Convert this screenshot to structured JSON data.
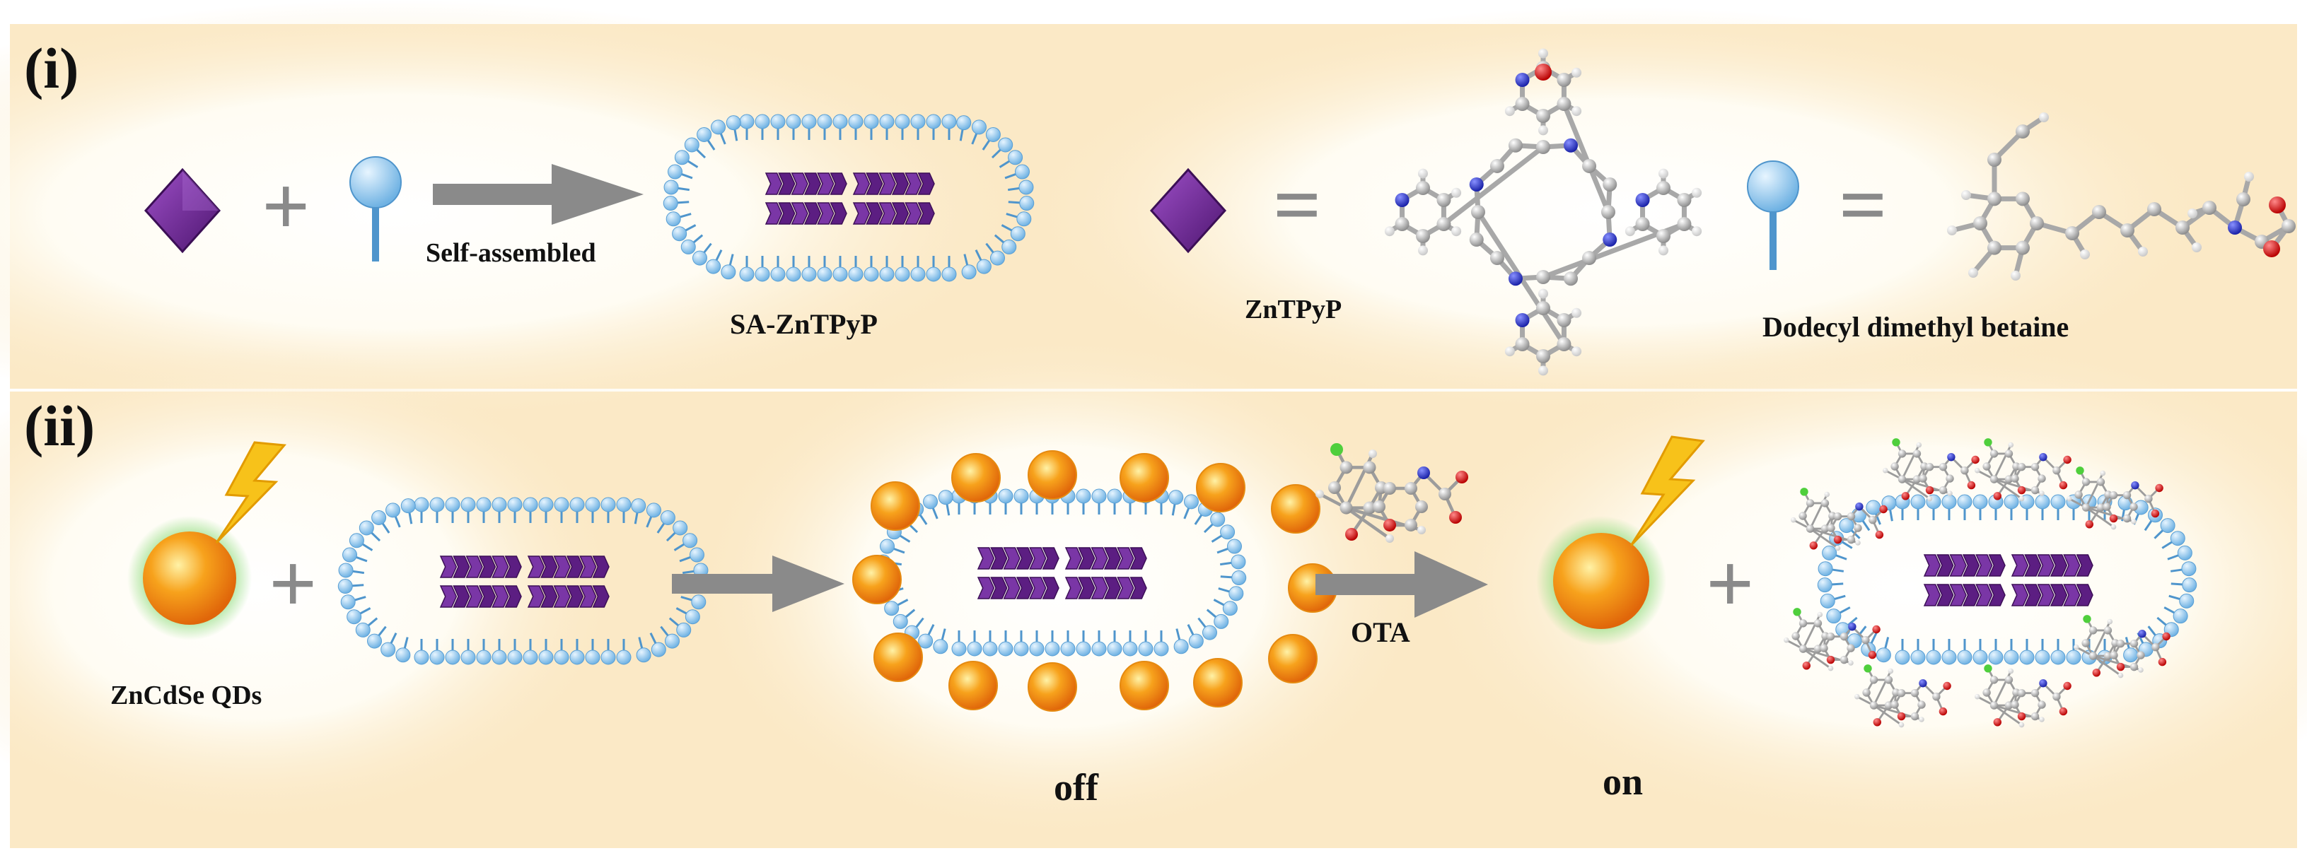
{
  "panels": {
    "top": {
      "label": "(i)"
    },
    "bottom": {
      "label": "(ii)"
    }
  },
  "labels": {
    "self_assembled": "Self-assembled",
    "sa_zntpyp": "SA-ZnTPyP",
    "zntpyp": "ZnTPyP",
    "betaine": "Dodecyl dimethyl betaine",
    "qds": "ZnCdSe QDs",
    "ota": "OTA",
    "off": "off",
    "on": "on"
  },
  "symbols": {
    "plus": "+",
    "equals": "="
  },
  "colors": {
    "panel_bg": "#fbe9c6",
    "panel_glow": "#fffdf6",
    "porphyrin": "#6a2a8c",
    "surfactant_head": "#8fc8ee",
    "surfactant_tail": "#4f95cc",
    "arrow": "#808080",
    "qd_core": "#f28a0c",
    "qd_glow": "#8fdc7c",
    "lightning": "#f7c21a",
    "atom_carbon": "#b8b8b8",
    "atom_nitrogen": "#2a35c9",
    "atom_oxygen": "#e01515",
    "atom_chlorine": "#4fcf3c"
  }
}
